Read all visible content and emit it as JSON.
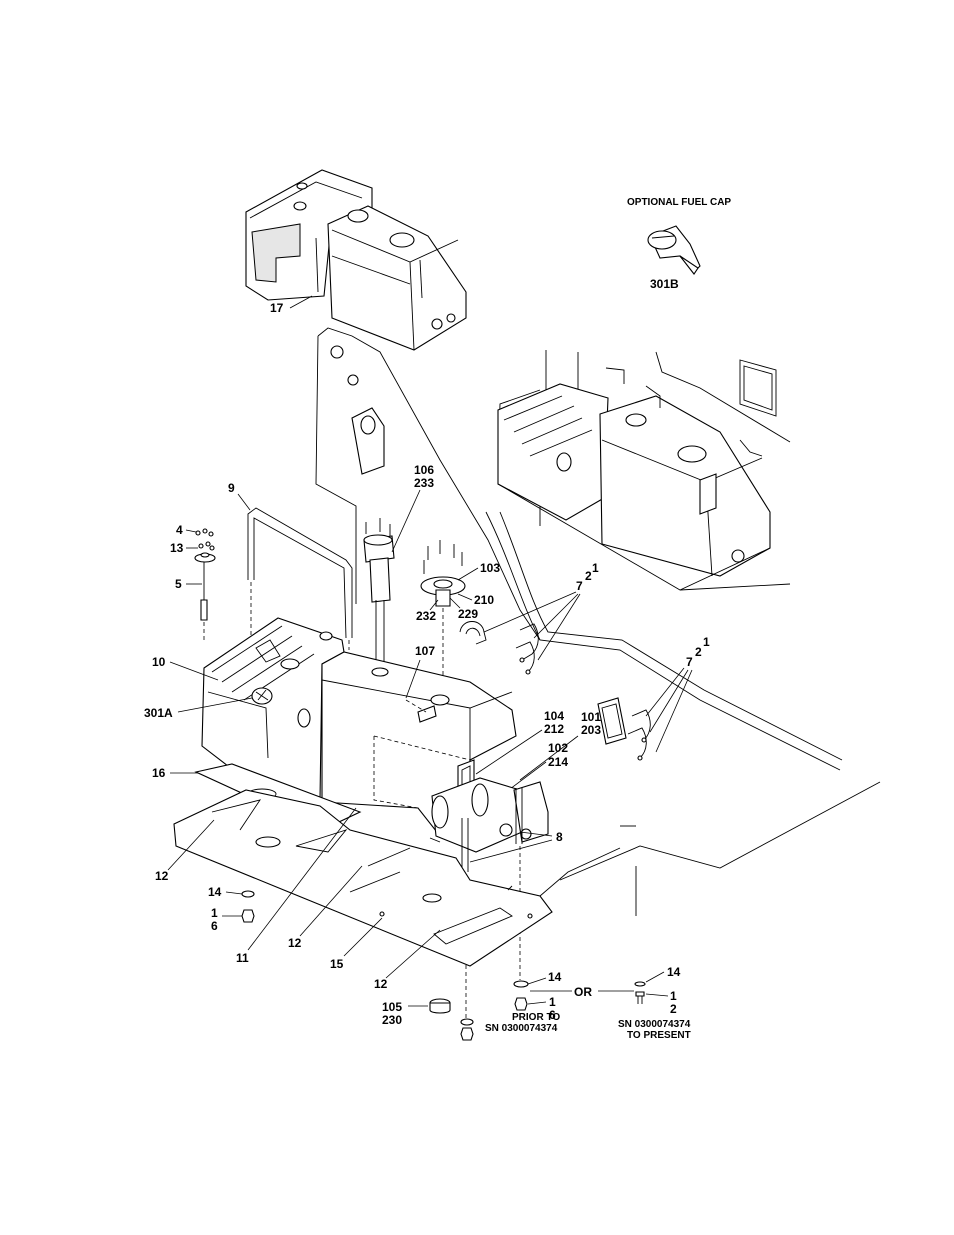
{
  "captions": {
    "optional_fuel_cap": "OPTIONAL FUEL CAP",
    "or": "OR",
    "prior_to_line1": "PRIOR TO",
    "prior_to_line2": "SN 0300074374",
    "to_present_line1": "SN 0300074374",
    "to_present_line2": "TO PRESENT"
  },
  "callouts": {
    "c17": "17",
    "c301B": "301B",
    "c9": "9",
    "c106": "106",
    "c233": "233",
    "c4": "4",
    "c13": "13",
    "c5": "5",
    "c103": "103",
    "c210": "210",
    "c232": "232",
    "c229": "229",
    "c1a": "1",
    "c2a": "2",
    "c7a": "7",
    "c10": "10",
    "c107": "107",
    "c1b": "1",
    "c2b": "2",
    "c7b": "7",
    "c301A": "301A",
    "c104": "104",
    "c212": "212",
    "c101": "101",
    "c203": "203",
    "c102": "102",
    "c214": "214",
    "c16": "16",
    "c8": "8",
    "c12a": "12",
    "c14a": "14",
    "c1c": "1",
    "c6a": "6",
    "c11": "11",
    "c12b": "12",
    "c15": "15",
    "c12c": "12",
    "c14b": "14",
    "c1d": "1",
    "c6b": "6",
    "c14c": "14",
    "c1e": "1",
    "c2c": "2",
    "c105": "105",
    "c230": "230"
  }
}
